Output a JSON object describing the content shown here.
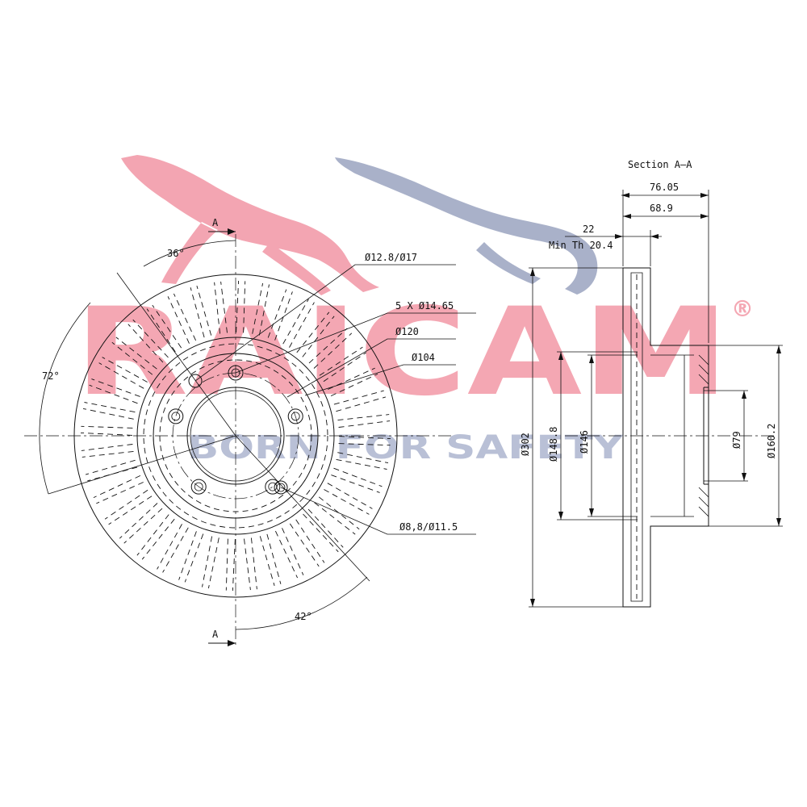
{
  "brand": {
    "logo_text": "RAICAM",
    "registered_mark": "®",
    "slogan": "BORN FOR SAFETY",
    "colors": {
      "logo_red": "#f4a7b3",
      "cat_red": "#f3a5b2",
      "cat_blue": "#a9b1c9",
      "slogan_blue": "#b9c0d6"
    }
  },
  "drawing": {
    "section_marker": "A",
    "section_title": "Section A–A",
    "front_view": {
      "angle_top": "36°",
      "angle_left": "72°",
      "angle_bottom": "42°",
      "hole_a": "Ø12.8/Ø17",
      "bolt_holes": "5 X Ø14.65",
      "pcd": "Ø120",
      "hub": "Ø104",
      "small_holes": "Ø8,8/Ø11.5"
    },
    "section_view": {
      "overall_height": "76.05",
      "hat_height": "68.9",
      "thickness": "22",
      "min_thickness": "Min Th  20.4",
      "outer_diameter": "Ø302",
      "d_148": "Ø148.8",
      "d_146": "Ø146",
      "d_79": "Ø79",
      "d_160": "Ø160.2"
    }
  }
}
